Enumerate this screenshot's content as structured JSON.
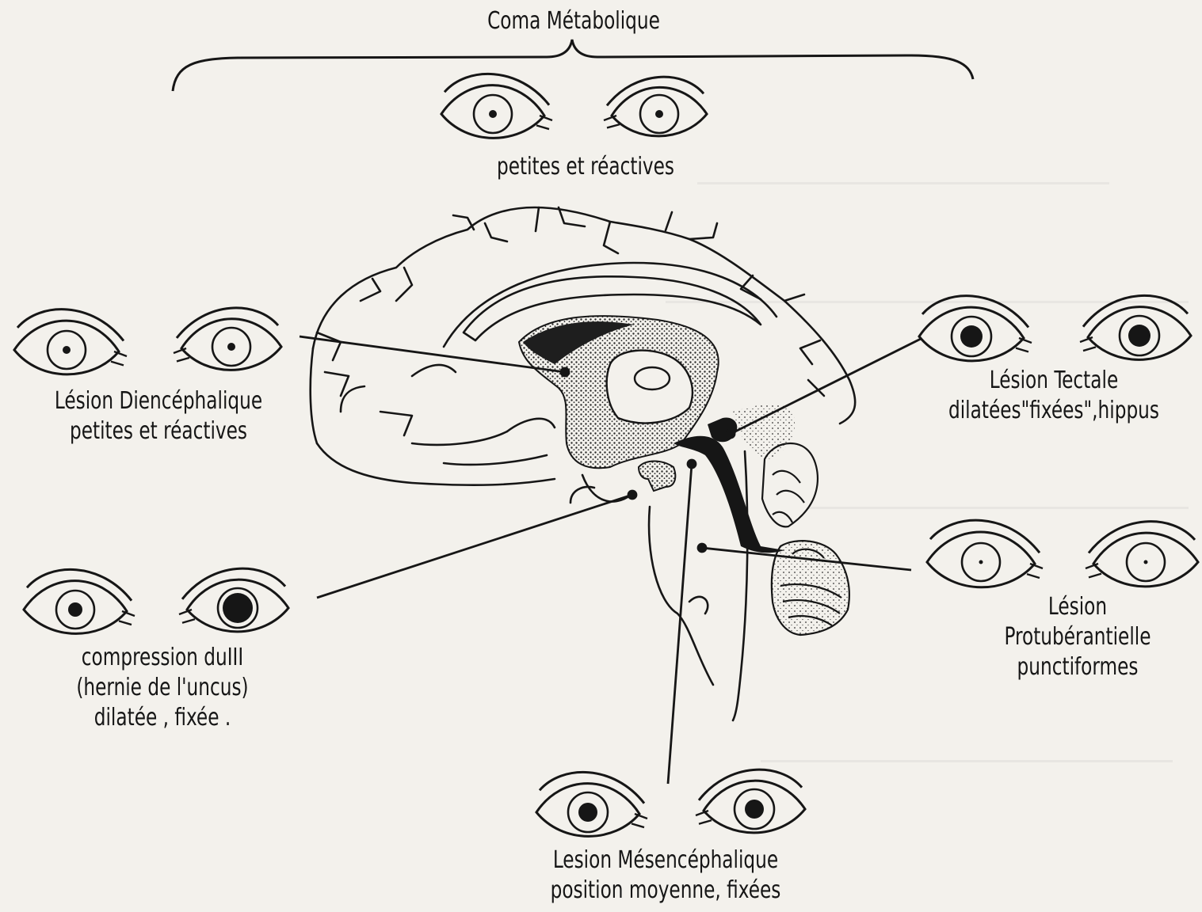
{
  "colors": {
    "paper": "#f3f1ec",
    "ink": "#161616",
    "stipple": "#2a2a2a"
  },
  "top": {
    "title": "Coma Métabolique",
    "pupils": "petites et réactives",
    "eyes": "normal-eyes-small-pupils"
  },
  "dien": {
    "line1": "Lésion Diencéphalique",
    "line2": "petites et réactives",
    "eyes": "normal-eyes-small-pupils"
  },
  "uncus": {
    "line1": "compression duIII",
    "line2": "(hernie de l'uncus)",
    "line3": "dilatée , fixée .",
    "eyes": "one-normal-one-dilated-pupil"
  },
  "tectal": {
    "line1": "Lésion Tectale",
    "line2": "dilatées\"fixées\",hippus",
    "eyes": "large-pupils"
  },
  "pont": {
    "line1": "Lésion",
    "line2": "Protubérantielle",
    "line3": "punctiformes",
    "eyes": "pinpoint-pupils"
  },
  "mesen": {
    "line1": "Lesion Mésencéphalique",
    "line2": "position moyenne, fixées",
    "eyes": "mid-position-pupils"
  }
}
